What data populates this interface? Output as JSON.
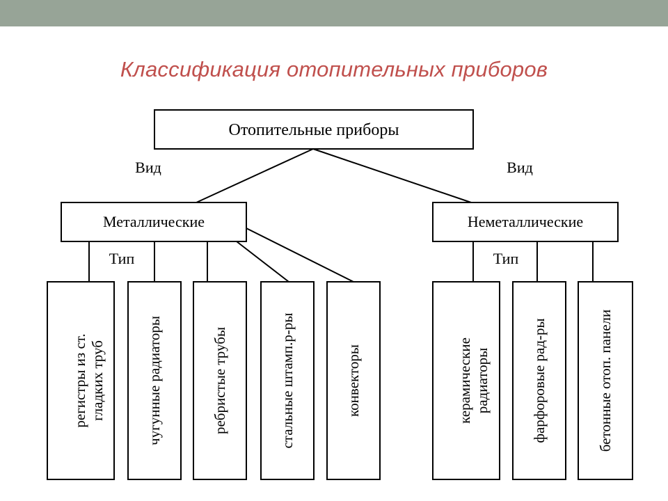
{
  "slide": {
    "title": "Классификация отопительных приборов",
    "accent_color": "#c0504d",
    "top_bar_color": "#97a497"
  },
  "diagram": {
    "root": "Отопительные приборы",
    "edge_left": "Вид",
    "edge_right": "Вид",
    "metallic": {
      "label": "Металлические",
      "edge_label": "Тип",
      "types": [
        {
          "line1": "регистры из ст.",
          "line2": "гладких труб"
        },
        {
          "line1": "чугунные радиаторы"
        },
        {
          "line1": "ребристые трубы"
        },
        {
          "line1": "стальные штамп.р-ры"
        },
        {
          "line1": "конвекторы"
        }
      ]
    },
    "nonmetallic": {
      "label": "Неметаллические",
      "edge_label": "Тип",
      "types": [
        {
          "line1": "керамические",
          "line2": "радиаторы"
        },
        {
          "line1": "фарфоровые рад-ры"
        },
        {
          "line1": "бетонные отоп. панели"
        }
      ]
    }
  }
}
